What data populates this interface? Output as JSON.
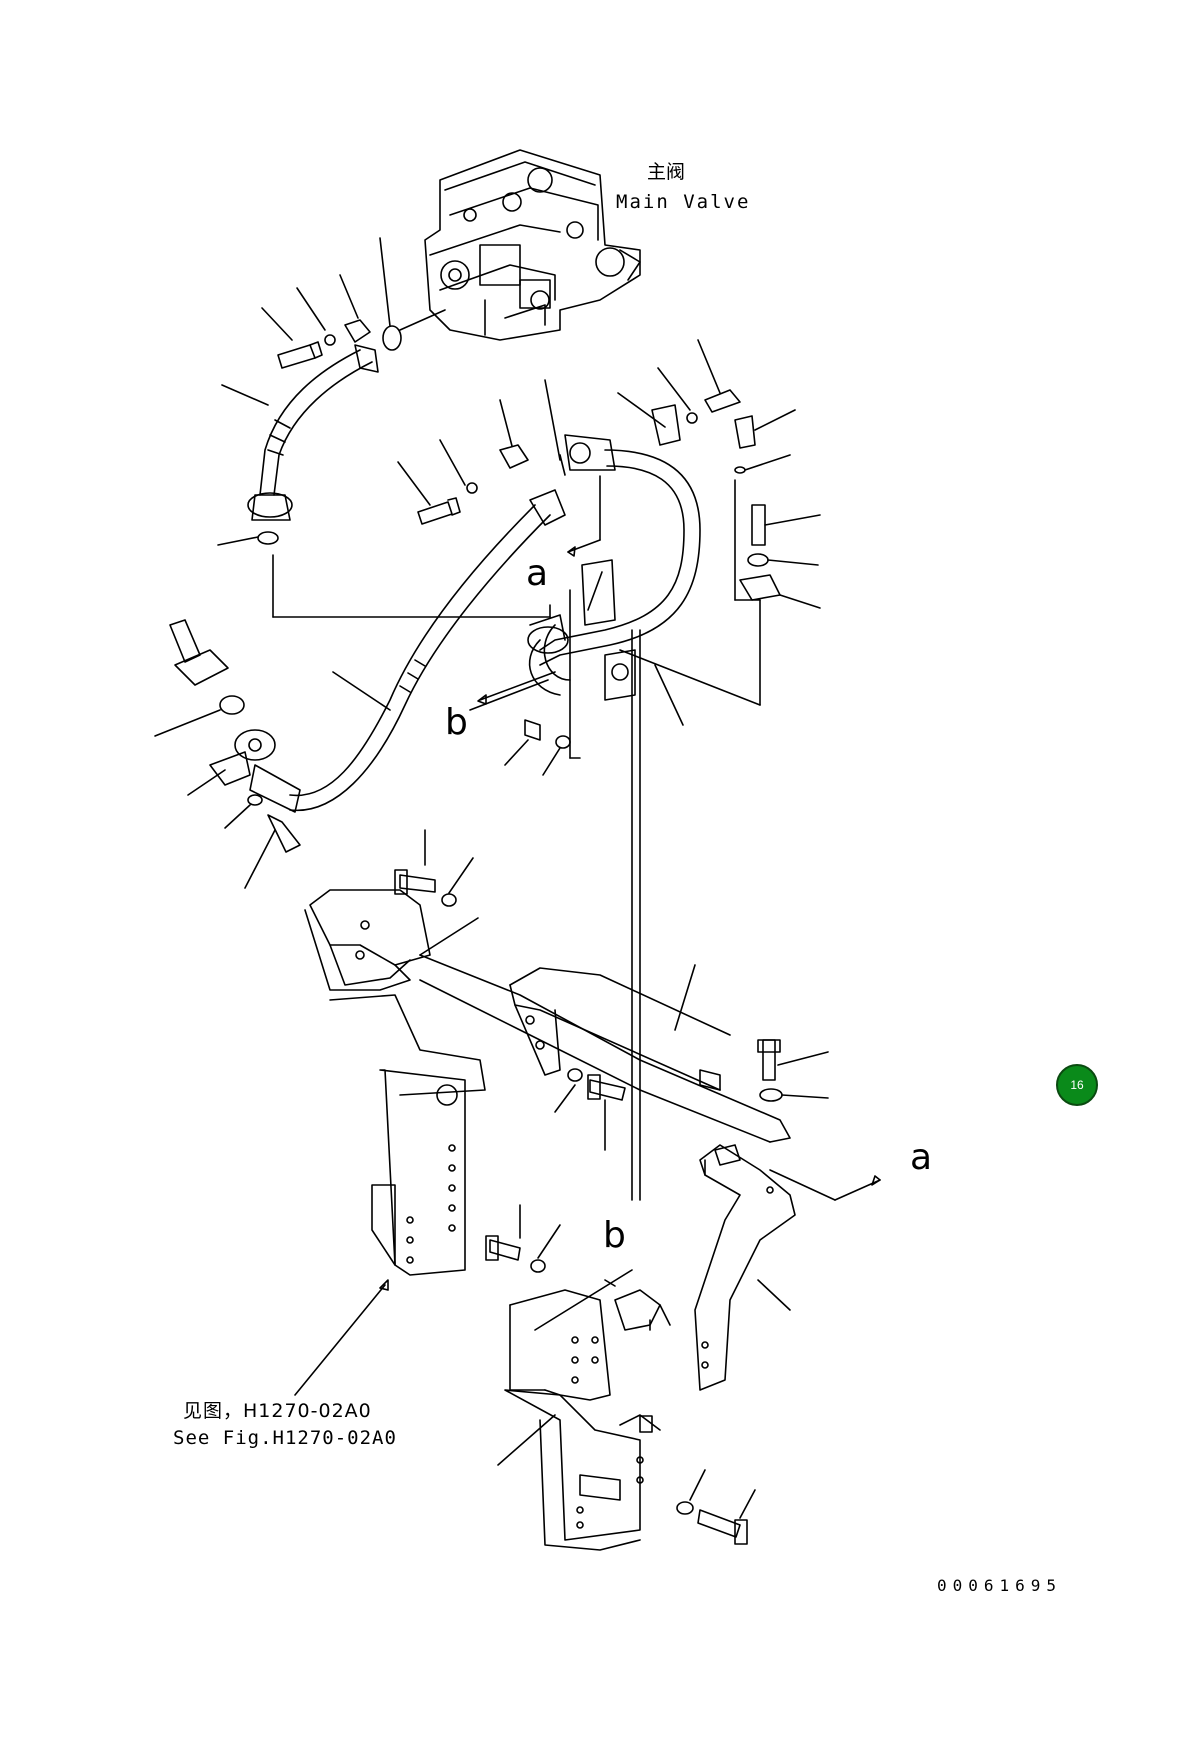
{
  "labels": {
    "main_valve_cn": "主阀",
    "main_valve_en": "Main Valve",
    "ref_a_top": "a",
    "ref_b_top": "b",
    "ref_a_bottom": "a",
    "ref_b_bottom": "b",
    "see_fig_cn": "见图，H1270-02A0",
    "see_fig_en": "See Fig.H1270-02A0",
    "document_number": "00061695"
  },
  "callout": {
    "label": "16",
    "color": "#0a8a1a"
  }
}
